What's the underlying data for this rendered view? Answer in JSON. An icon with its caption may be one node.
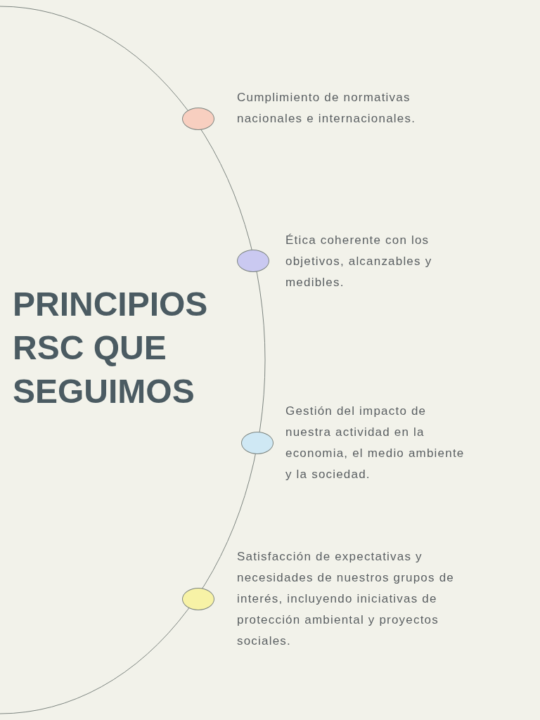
{
  "diagram": {
    "title": "PRINCIPIOS RSC QUE SEGUIMOS",
    "nodes": [
      {
        "text": [],
        "shape": "circle",
        "beside": [
          "Cumplimiento de normativas nacionales e internacionales."
        ]
      },
      {
        "text": [],
        "shape": "circle",
        "beside": [
          "Ética coherente con los objetivos, alcanzables y medibles."
        ]
      },
      {
        "text": [],
        "shape": "circle",
        "beside": [
          "Gestión del impacto de nuestra actividad en la economia, el medio ambiente y la sociedad."
        ]
      },
      {
        "text": [],
        "shape": "circle",
        "beside": [
          "Satisfacción de expectativas y necesidades de nuestros grupos de interés, incluyendo iniciativas de protección ambiental y proyectos sociales."
        ]
      }
    ]
  }
}
